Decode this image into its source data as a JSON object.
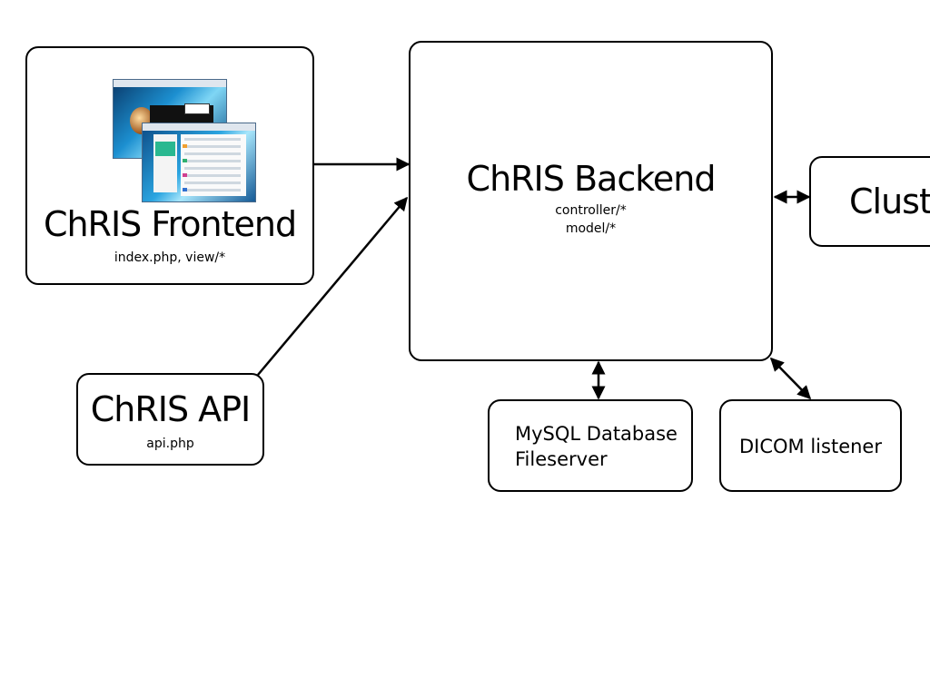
{
  "frontend": {
    "title": "ChRIS Frontend",
    "subtitle": "index.php, view/*"
  },
  "backend": {
    "title": "ChRIS Backend",
    "sub_lines": [
      "controller/*",
      "model/*"
    ]
  },
  "cluster": {
    "title": "Clust"
  },
  "api": {
    "title": "ChRIS API",
    "subtitle": "api.php"
  },
  "mysql": {
    "lines": [
      "MySQL Database",
      "Fileserver"
    ]
  },
  "dicom": {
    "title": "DICOM listener"
  },
  "colors": {
    "stroke": "#000000",
    "background": "#ffffff",
    "screenshot_blue": "#1c8fd0"
  }
}
